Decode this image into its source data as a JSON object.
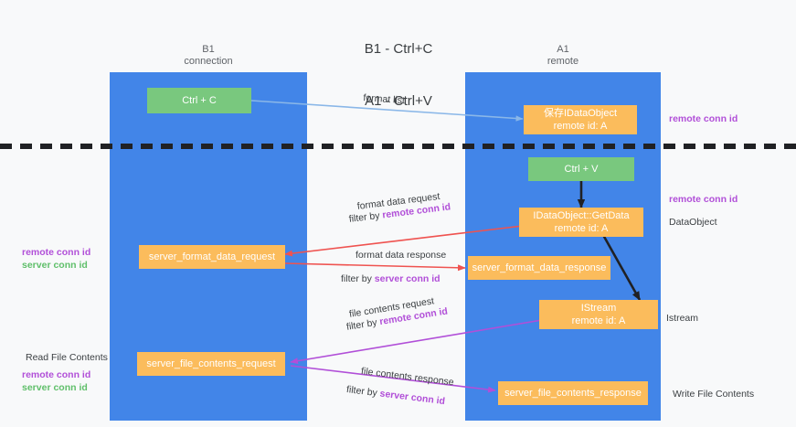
{
  "title": {
    "line1": "B1 - Ctrl+C",
    "line2": "A1 - Ctrl+V"
  },
  "columns": [
    {
      "name": "B1",
      "role": "connection"
    },
    {
      "name": "A1",
      "role": "remote"
    }
  ],
  "boxes": {
    "ctrl_c": "Ctrl + C",
    "save_idataobject_l1": "保存IDataObject",
    "save_idataobject_l2": "remote id: A",
    "ctrl_v": "Ctrl + V",
    "getdata_l1": "IDataObject::GetData",
    "getdata_l2": "remote id: A",
    "server_format_data_request": "server_format_data_request",
    "server_format_data_response": "server_format_data_response",
    "istream_l1": "IStream",
    "istream_l2": "remote id: A",
    "server_file_contents_request": "server_file_contents_request",
    "server_file_contents_response": "server_file_contents_response"
  },
  "edge_labels": {
    "format_list": "format list",
    "format_data_request": "format data request",
    "format_data_request_filter_prefix": "filter by ",
    "format_data_request_filter_key": "remote conn id",
    "format_data_response": "format data response",
    "format_data_response_filter_prefix": "filter by ",
    "format_data_response_filter_key": "server conn id",
    "file_contents_request": "file contents request",
    "file_contents_request_filter_prefix": "filter by ",
    "file_contents_request_filter_key": "remote conn id",
    "file_contents_response": "file contents response",
    "file_contents_response_filter_prefix": "filter by ",
    "file_contents_response_filter_key": "server conn id"
  },
  "annotations": {
    "right_remote_conn_id_top": "remote conn id",
    "right_remote_conn_id_mid": "remote conn id",
    "right_dataobject": "DataObject",
    "right_istream": "Istream",
    "right_write_file_contents": "Write File Contents",
    "left_remote_conn_id_mid": "remote conn id",
    "left_server_conn_id_mid": "server conn id",
    "left_read_file_contents": "Read File Contents",
    "left_remote_conn_id_bottom": "remote conn id",
    "left_server_conn_id_bottom": "server conn id"
  },
  "colors": {
    "lane": "#4285e8",
    "green_box": "#79c87e",
    "orange_box": "#fbbc5c",
    "purple_text": "#b14fd8",
    "green_text": "#5fbf6a",
    "format_list_arrow": "#8ab7e8",
    "red_arrow": "#ef5350",
    "purple_arrow": "#b14fd8",
    "black_arrow": "#202124",
    "background": "#f8f9fa"
  }
}
